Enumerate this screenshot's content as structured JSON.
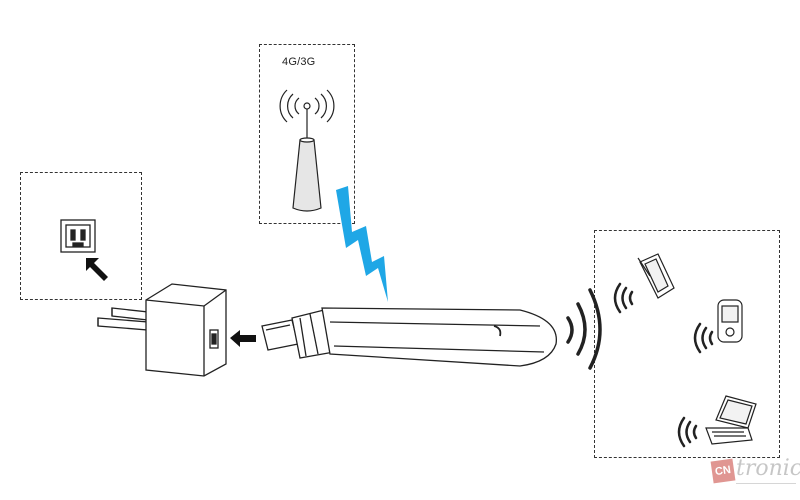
{
  "labels": {
    "network": "4G/3G"
  },
  "watermark": {
    "badge": "CN",
    "text": "tronic"
  },
  "colors": {
    "lightning": "#1fa7e6",
    "line": "#222222",
    "box_border": "#333333",
    "arrow": "#111111"
  },
  "icons": [
    "wall-socket-icon",
    "cell-tower-icon",
    "lightning-bolt-icon",
    "usb-power-adapter-icon",
    "usb-modem-icon",
    "smartphone-icon",
    "pda-icon",
    "laptop-icon",
    "wifi-waves-icon"
  ]
}
